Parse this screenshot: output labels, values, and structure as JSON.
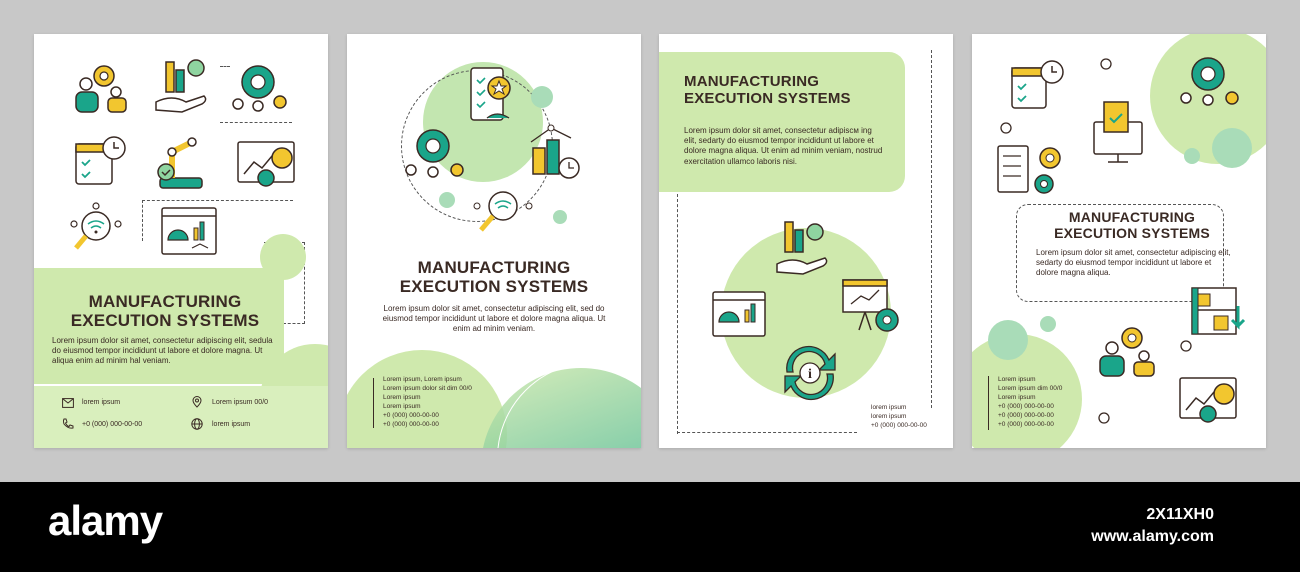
{
  "panel1": {
    "title_line1": "MANUFACTURING",
    "title_line2": "EXECUTION SYSTEMS",
    "body": "Lorem ipsum dolor sit amet, consectetur adipiscing elit, sedula do eiusmod tempor incididunt ut labore et dolore magna. Ut aliqua enim ad minim hal veniam.",
    "email": "lorem ipsum",
    "phone": "+0 (000) 000-00-00",
    "address": "Lorem ipsum 00/0",
    "web": "lorem ipsum"
  },
  "panel2": {
    "title_line1": "MANUFACTURING",
    "title_line2": "EXECUTION SYSTEMS",
    "body": "Lorem ipsum dolor sit amet, consectetur adipiscing elit, sed do eiusmod tempor incididunt ut labore et dolore magna aliqua. Ut enim ad minim veniam.",
    "contacts": [
      "Lorem ipsum, Lorem ipsum",
      "Lorem ipsum dolor sit dim 00/0",
      "Lorem ipsum",
      "Lorem ipsum",
      "+0 (000) 000-00-00",
      "+0 (000) 000-00-00"
    ]
  },
  "panel3": {
    "title_line1": "MANUFACTURING",
    "title_line2": "EXECUTION SYSTEMS",
    "body": "Lorem ipsum dolor sit amet, consectetur adipiscм ing elit, sedarty do eiusmod tempor incididunt ut labore et dolore magna aliqua. Ut enim ad minim veniam, nostrud exercitation ullamco laboris nisi.",
    "contacts": [
      "lorem ipsum",
      "lorem ipsum",
      "+0 (000) 000-00-00"
    ]
  },
  "panel4": {
    "title_line1": "MANUFACTURING",
    "title_line2": "EXECUTION SYSTEMS",
    "body": "Lorem ipsum dolor sit amet, consectetur adipiscing elit, sedarty do eiusmod tempor incididunt ut labore et dolore magna aliqua.",
    "contacts": [
      "Lorem ipsum",
      "Lorem ipsum dim 00/0",
      "Lorem ipsum",
      "+0 (000) 000-00-00",
      "+0 (000) 000-00-00",
      "+0 (000) 000-00-00"
    ]
  },
  "watermark": {
    "logo": "alamy",
    "image_id": "2X11XH0",
    "url": "www.alamy.com"
  },
  "colors": {
    "green_light": "#cfe9ad",
    "green_mid": "#8fd4a0",
    "teal": "#1aa58a",
    "yellow": "#f2c62f",
    "dark": "#3a2a24"
  }
}
